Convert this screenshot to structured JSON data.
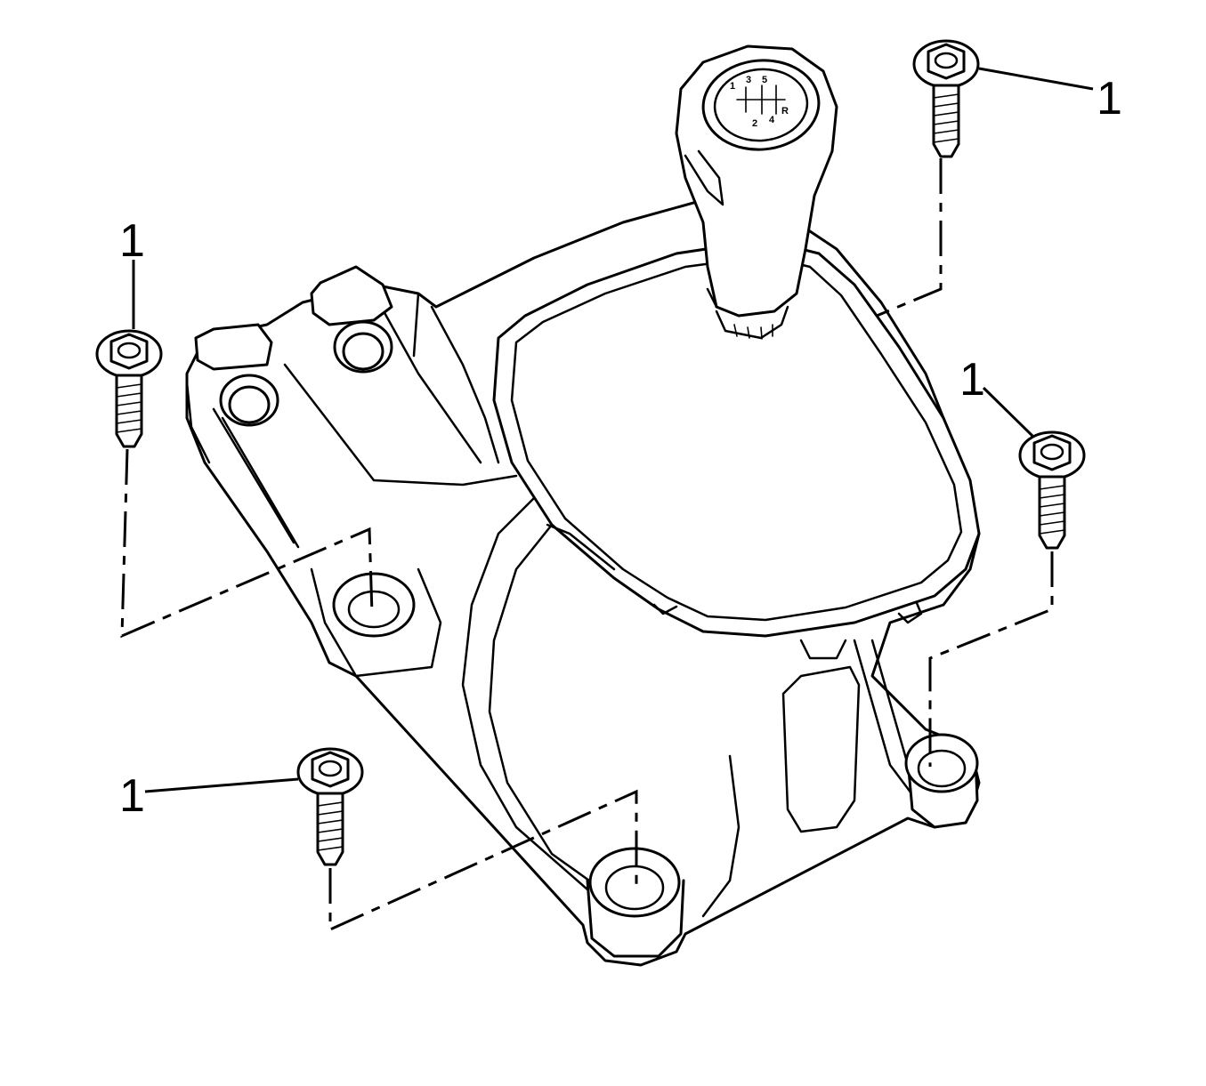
{
  "callouts": {
    "bolt_top_right": "1",
    "bolt_left": "1",
    "bolt_right": "1",
    "bolt_bottom": "1"
  },
  "shift_pattern": [
    "1",
    "3",
    "5",
    "2",
    "4",
    "R"
  ]
}
